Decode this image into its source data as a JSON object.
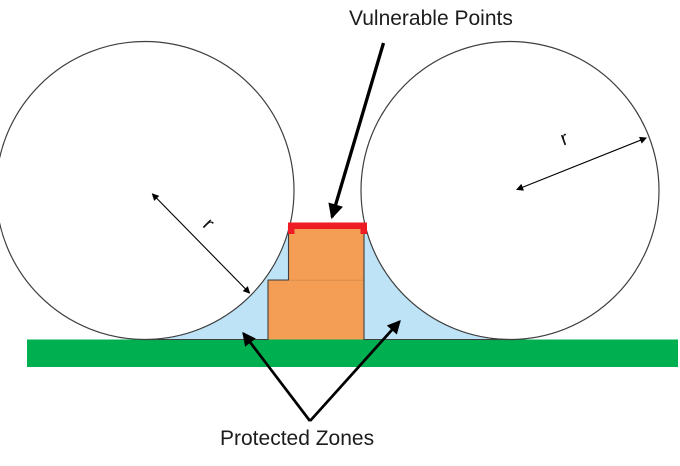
{
  "diagram": {
    "labels": {
      "vulnerable_points": "Vulnerable Points",
      "protected_zones": "Protected Zones",
      "radius_left": "r",
      "radius_right": "r"
    },
    "colors": {
      "ground_green": "#00B050",
      "zone_blue": "#BEE3F7",
      "building_orange": "#F49D55",
      "vulnerable_red": "#EE1C25",
      "outline_gray": "#3F3F3F",
      "arrow_black": "#000000"
    }
  }
}
